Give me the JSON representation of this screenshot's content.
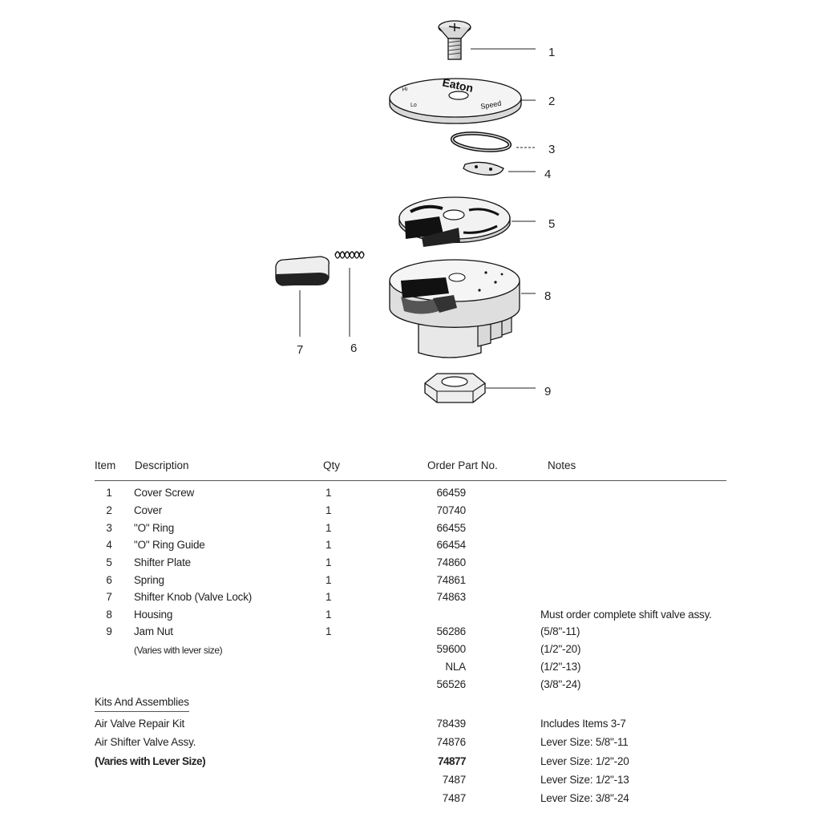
{
  "callouts": [
    "1",
    "2",
    "3",
    "4",
    "5",
    "6",
    "7",
    "8",
    "9"
  ],
  "diagram_text": {
    "cover_brand": "Eaton",
    "cover_hi": "Hi",
    "cover_lo": "Lo",
    "cover_speed": "Speed"
  },
  "table": {
    "headers": {
      "item": "Item",
      "description": "Description",
      "qty": "Qty",
      "part": "Order Part No.",
      "notes": "Notes"
    },
    "rows": [
      {
        "item": "1",
        "description": "Cover Screw",
        "qty": "1",
        "part": "66459",
        "notes": ""
      },
      {
        "item": "2",
        "description": "Cover",
        "qty": "1",
        "part": "70740",
        "notes": ""
      },
      {
        "item": "3",
        "description": "\"O\" Ring",
        "qty": "1",
        "part": "66455",
        "notes": ""
      },
      {
        "item": "4",
        "description": "\"O\" Ring Guide",
        "qty": "1",
        "part": "66454",
        "notes": ""
      },
      {
        "item": "5",
        "description": "Shifter Plate",
        "qty": "1",
        "part": "74860",
        "notes": ""
      },
      {
        "item": "6",
        "description": "Spring",
        "qty": "1",
        "part": "74861",
        "notes": ""
      },
      {
        "item": "7",
        "description": "Shifter Knob (Valve Lock)",
        "qty": "1",
        "part": "74863",
        "notes": ""
      },
      {
        "item": "8",
        "description": "Housing",
        "qty": "1",
        "part": "",
        "notes": "Must order complete shift valve assy."
      },
      {
        "item": "9",
        "description": "Jam Nut",
        "qty": "1",
        "part": "56286",
        "notes": "(5/8\"-11)"
      },
      {
        "item": "",
        "description": "(Varies with lever size)",
        "qty": "",
        "part": "59600",
        "notes": "(1/2\"-20)"
      },
      {
        "item": "",
        "description": "",
        "qty": "",
        "part": "NLA",
        "notes": "(1/2\"-13)"
      },
      {
        "item": "",
        "description": "",
        "qty": "",
        "part": "56526",
        "notes": "(3/8\"-24)"
      }
    ]
  },
  "kits": {
    "title": "Kits And Assemblies",
    "rows": [
      {
        "description": "Air Valve Repair Kit",
        "part": "78439",
        "notes": "Includes Items 3-7"
      },
      {
        "description": "Air Shifter Valve Assy.",
        "part": "74876",
        "notes": "Lever Size: 5/8\"-11"
      },
      {
        "description": "(Varies with Lever Size)",
        "part": "74877",
        "notes": "Lever Size: 1/2\"-20"
      },
      {
        "description": "",
        "part": "7487",
        "notes": "Lever Size: 1/2\"-13"
      },
      {
        "description": "",
        "part": "7487",
        "notes": "Lever Size: 3/8\"-24"
      }
    ]
  }
}
